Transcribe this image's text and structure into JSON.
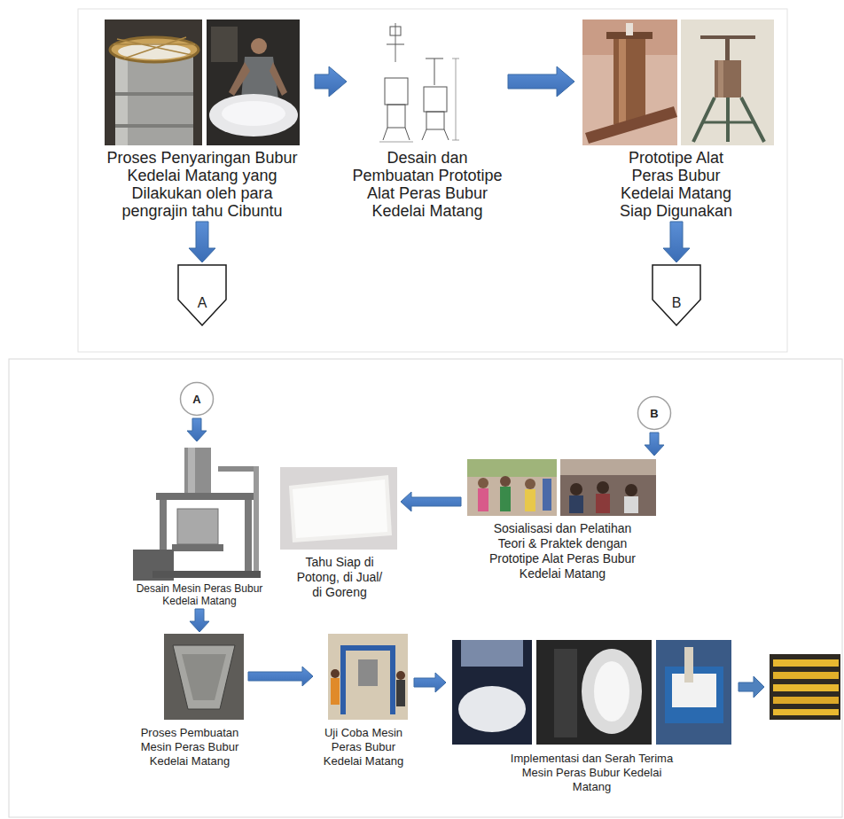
{
  "diagram": {
    "nodes": [
      {
        "text": [
          "Proses Penyaringan Bubur Kedelai Matang yang Dilakukan oleh para pengrajin tahu Cibuntu"
        ]
      },
      {
        "text": [
          "Desain dan Pembuatan Prototipe Alat Peras Bubur Kedelai Matang"
        ]
      },
      {
        "text": [
          "Prototipe Alat Peras Bubur Kedelai Matang Siap Digunakan"
        ]
      },
      {
        "text": [
          "A"
        ]
      },
      {
        "text": [
          "B"
        ]
      },
      {
        "text": [
          "A"
        ]
      },
      {
        "text": [
          "B"
        ]
      },
      {
        "text": [
          "Desain Mesin Peras Bubur Kedelai Matang"
        ]
      },
      {
        "text": [
          "Tahu Siap di Potong, di Jual/ di Goreng"
        ]
      },
      {
        "text": [
          "Sosialisasi dan Pelatihan Teori & Praktek dengan Prototipe Alat Peras Bubur Kedelai Matang"
        ]
      },
      {
        "text": [
          "Proses Pembuatan Mesin Peras Bubur Kedelai Matang"
        ]
      },
      {
        "text": [
          "Uji Coba Mesin Peras Bubur Kedelai Matang"
        ]
      },
      {
        "text": [
          "Implementasi dan Serah Terima Mesin Peras Bubur Kedelai Matang"
        ]
      }
    ],
    "edges": [
      {
        "from": 0,
        "to": 1,
        "arrow": "to"
      },
      {
        "from": 1,
        "to": 2,
        "arrow": "to"
      },
      {
        "from": 0,
        "to": 3,
        "arrow": "to"
      },
      {
        "from": 2,
        "to": 4,
        "arrow": "to"
      },
      {
        "from": 5,
        "to": 7,
        "arrow": "to"
      },
      {
        "from": 7,
        "to": 10,
        "arrow": "to"
      },
      {
        "from": 10,
        "to": 11,
        "arrow": "to"
      },
      {
        "from": 11,
        "to": 12,
        "arrow": "to"
      },
      {
        "from": 6,
        "to": 9,
        "arrow": "to"
      },
      {
        "from": 9,
        "to": 8,
        "arrow": "to"
      }
    ]
  }
}
